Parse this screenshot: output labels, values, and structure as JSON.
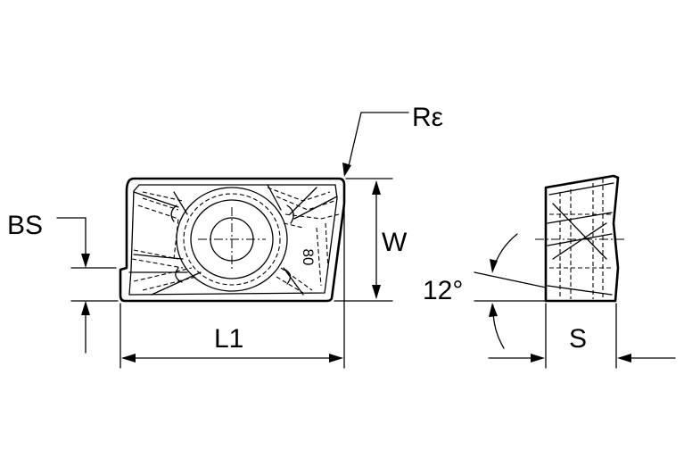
{
  "labels": {
    "corner_radius": "Rε",
    "width": "W",
    "length": "L1",
    "bevel": "BS",
    "angle": "12°",
    "thickness": "S",
    "marking": "80"
  },
  "colors": {
    "line": "#000000",
    "background": "#ffffff"
  }
}
